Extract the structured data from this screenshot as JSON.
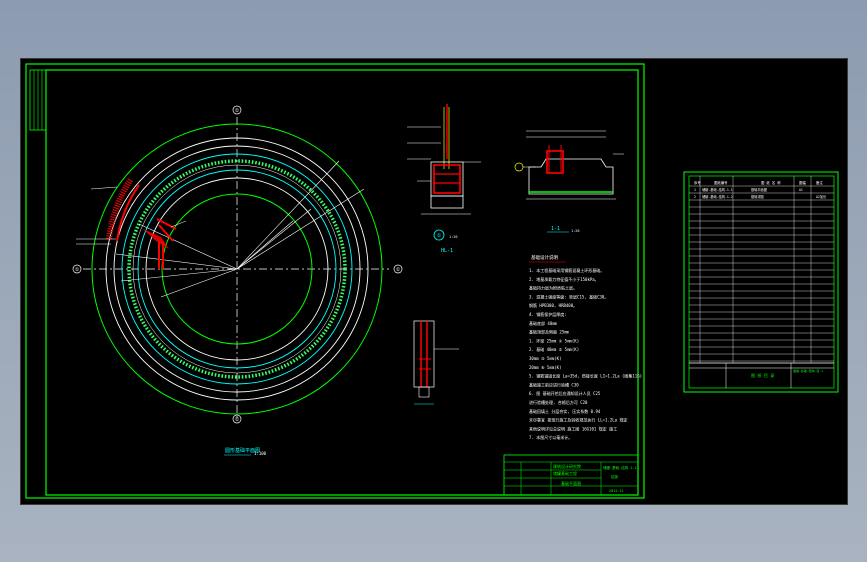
{
  "colors": {
    "background": "#000000",
    "frame": "#00ff00",
    "line": "#ffffff",
    "cyan": "#00ffff",
    "rebar": "#ff0000",
    "text": "#ffffff",
    "accent_green": "#33ff33",
    "yellow": "#ffff00"
  },
  "plan": {
    "axis_top": "①",
    "axis_bottom": "①",
    "axis_left": "①",
    "axis_right": "①",
    "title": "圆形基础平面图",
    "scale": "1:100"
  },
  "section_marks": {
    "ring_beam_label": "HL-1",
    "ring_beam_scale": "1:20",
    "section_label": "1-1",
    "section_scale": "1:20",
    "marker_a": "①"
  },
  "notes": {
    "title": "基础设计说明",
    "lines": [
      "1. 本工程基础采用钢筋混凝土环形基础。",
      "2. 地基承载力特征值不小于150kPa。",
      "   基础持力层为粉质粘土层。",
      "3. 混凝土强度等级: 垫层C15, 基础C30。",
      "   钢筋 HPB300, HRB400。",
      "4. 钢筋保护层厚度:",
      "   基础底部 40mm",
      "   基础顶部及侧面 25mm",
      "   1. 环梁 25mm      ① 5mm(K)",
      "   2. 基础 40mm      ② 5mm(K)",
      "            30mm     ③ 5mm(K)",
      "            20mm     ④ 5mm(K)",
      "5. 钢筋锚固长度 La=35d, 搭接长度 LI=1.2La  (图集11G)",
      "      基础施工前应进行验槽 C30",
      "6. 图  基础开挖后应通知设计人员 C25",
      "      进行验槽处理, 合格后方可 C20",
      "   基础回填土 分层夯实, 压实系数 0.94",
      "   未尽事宜 按现行施工及验收规范执行 LL=1.2La 规定",
      "   其他说明详见总说明 施工图 16G101 规定 施工",
      "7. 本图尺寸以毫米计。"
    ]
  },
  "titleblock": {
    "company": "建筑设计研究院",
    "project": "储罐基础工程",
    "drawing_title": "基础平面图",
    "drawing_no": "储罐-基础-结构-1-1",
    "sheet": "结施",
    "date": "2015.11"
  },
  "index_table": {
    "header": [
      "序号",
      "图纸编号",
      "图 纸 名 称",
      "图幅",
      "备注"
    ],
    "rows": [
      [
        "1",
        "储罐-基础-结构-1-1",
        "基础平面图",
        "A1",
        ""
      ],
      [
        "2",
        "储罐-基础-结构-1-2",
        "基础详图",
        "",
        "A2加长"
      ]
    ],
    "footer_label": "图 纸 目 录",
    "footer_no": "储罐-基础-结构-目-1"
  }
}
